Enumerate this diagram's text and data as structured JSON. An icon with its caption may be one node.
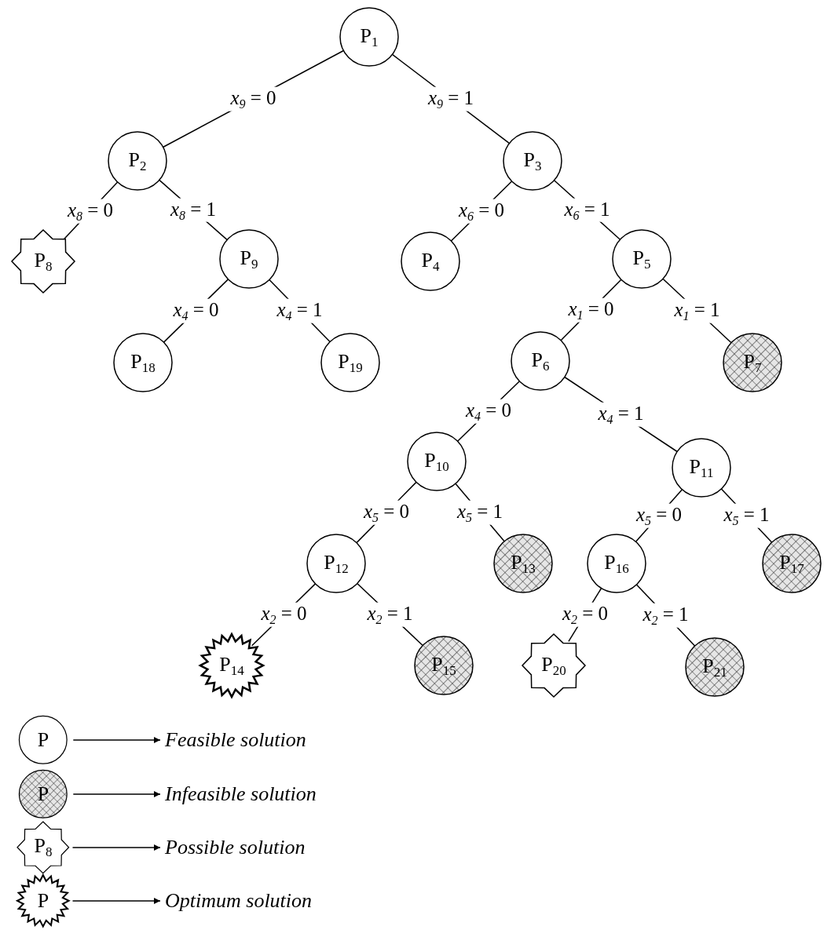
{
  "diagram": {
    "nodes": [
      {
        "text": [
          "P$_{1}$"
        ]
      },
      {
        "text": [
          "P$_{2}$"
        ]
      },
      {
        "text": [
          "P$_{3}$"
        ]
      },
      {
        "text": [
          "P$_{8}$"
        ]
      },
      {
        "text": [
          "P$_{9}$"
        ]
      },
      {
        "text": [
          "P$_{4}$"
        ]
      },
      {
        "text": [
          "P$_{5}$"
        ]
      },
      {
        "text": [
          "P$_{18}$"
        ]
      },
      {
        "text": [
          "P$_{19}$"
        ]
      },
      {
        "text": [
          "P$_{6}$"
        ]
      },
      {
        "text": [
          "P$_{7}$"
        ]
      },
      {
        "text": [
          "P$_{10}$"
        ]
      },
      {
        "text": [
          "P$_{11}$"
        ]
      },
      {
        "text": [
          "P$_{12}$"
        ]
      },
      {
        "text": [
          "P$_{13}$"
        ]
      },
      {
        "text": [
          "P$_{16}$"
        ]
      },
      {
        "text": [
          "P$_{17}$"
        ]
      },
      {
        "text": [
          "P$_{14}$"
        ]
      },
      {
        "text": [
          "P$_{15}$"
        ]
      },
      {
        "text": [
          "P$_{20}$"
        ]
      },
      {
        "text": [
          "P$_{21}$"
        ]
      },
      {
        "text": [
          "P"
        ]
      },
      {
        "text": [
          "Feasible solution"
        ]
      },
      {
        "text": [
          "P"
        ]
      },
      {
        "text": [
          "Infeasible solution"
        ]
      },
      {
        "text": [
          "P$_{8}$"
        ]
      },
      {
        "text": [
          "Possible solution"
        ]
      },
      {
        "text": [
          "P"
        ]
      },
      {
        "text": [
          "Optimum solution"
        ]
      }
    ],
    "edges": [
      {
        "from": 0,
        "to": 1,
        "arrow": "none",
        "label": "*x*$_{9}$ = 0"
      },
      {
        "from": 0,
        "to": 2,
        "arrow": "none",
        "label": "*x*$_{9}$ = 1"
      },
      {
        "from": 1,
        "to": 3,
        "arrow": "none",
        "label": "*x*$_{8}$ = 0"
      },
      {
        "from": 1,
        "to": 4,
        "arrow": "none",
        "label": "*x*$_{8}$ = 1"
      },
      {
        "from": 2,
        "to": 5,
        "arrow": "none",
        "label": "*x*$_{6}$ = 0"
      },
      {
        "from": 2,
        "to": 6,
        "arrow": "none",
        "label": "*x*$_{6}$ = 1"
      },
      {
        "from": 4,
        "to": 7,
        "arrow": "none",
        "label": "*x*$_{4}$ = 0"
      },
      {
        "from": 4,
        "to": 8,
        "arrow": "none",
        "label": "*x*$_{4}$ = 1"
      },
      {
        "from": 6,
        "to": 9,
        "arrow": "none",
        "label": "*x*$_{1}$ = 0"
      },
      {
        "from": 6,
        "to": 10,
        "arrow": "none",
        "label": "*x*$_{1}$ = 1"
      },
      {
        "from": 9,
        "to": 11,
        "arrow": "none",
        "label": "*x*$_{4}$ = 0"
      },
      {
        "from": 9,
        "to": 12,
        "arrow": "none",
        "label": "*x*$_{4}$ = 1"
      },
      {
        "from": 11,
        "to": 13,
        "arrow": "none",
        "label": "*x*$_{5}$ = 0"
      },
      {
        "from": 11,
        "to": 14,
        "arrow": "none",
        "label": "*x*$_{5}$ = 1"
      },
      {
        "from": 12,
        "to": 15,
        "arrow": "none",
        "label": "*x*$_{5}$ = 0"
      },
      {
        "from": 12,
        "to": 16,
        "arrow": "none",
        "label": "*x*$_{5}$ = 1"
      },
      {
        "from": 13,
        "to": 17,
        "arrow": "none",
        "label": "*x*$_{2}$ = 0"
      },
      {
        "from": 13,
        "to": 18,
        "arrow": "none",
        "label": "*x*$_{2}$ = 1"
      },
      {
        "from": 15,
        "to": 19,
        "arrow": "none",
        "label": "*x*$_{2}$ = 0"
      },
      {
        "from": 15,
        "to": 20,
        "arrow": "none",
        "label": "*x*$_{2}$ = 1"
      },
      {
        "from": 21,
        "to": 22,
        "arrow": "to"
      },
      {
        "from": 23,
        "to": 24,
        "arrow": "to"
      },
      {
        "from": 25,
        "to": 26,
        "arrow": "to"
      },
      {
        "from": 27,
        "to": 28,
        "arrow": "to"
      }
    ]
  }
}
